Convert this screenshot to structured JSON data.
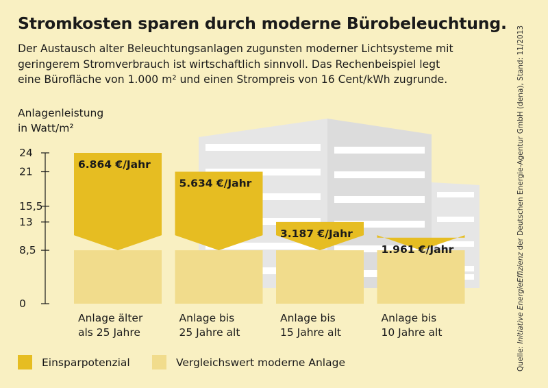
{
  "title": "Stromkosten sparen durch moderne Bürobeleuchtung.",
  "subtitle_lines": [
    "Der Austausch alter Beleuchtungsanlagen zugunsten moderner Lichtsysteme mit",
    "geringerem Stromverbrauch ist wirtschaftlich sinnvoll. Das Rechenbeispiel legt",
    "eine Bürofläche von 1.000 m² und einen Strompreis von 16 Cent/kWh zugrunde."
  ],
  "source": {
    "prefix": "Quelle: ",
    "italic": "Initiative EnergieEffizienz",
    "suffix": " der Deutschen Energie-Agentur GmbH (dena), Stand: 11/2013"
  },
  "colors": {
    "background": "#f9f0c2",
    "savings": "#e6bd22",
    "baseline": "#f1dc8c",
    "building": "#e6e6e6",
    "axis": "#1a1a1a"
  },
  "chart_data": {
    "type": "bar",
    "stacked": true,
    "ylabel_lines": [
      "Anlagenleistung",
      "in Watt/m²"
    ],
    "ylim": [
      0,
      24
    ],
    "yticks": [
      0,
      8.5,
      13,
      15.5,
      21,
      24
    ],
    "ytick_labels": [
      "0",
      "8,5",
      "13",
      "15,5",
      "21",
      "24"
    ],
    "categories": [
      [
        "Anlage älter",
        "als 25 Jahre"
      ],
      [
        "Anlage bis",
        "25 Jahre alt"
      ],
      [
        "Anlage bis",
        "15 Jahre alt"
      ],
      [
        "Anlage bis",
        "10 Jahre alt"
      ]
    ],
    "series": [
      {
        "name": "Vergleichswert moderne Anlage",
        "values": [
          8.5,
          8.5,
          8.5,
          8.5
        ]
      },
      {
        "name": "Einsparpotenzial",
        "values": [
          15.5,
          12.5,
          4.5,
          2.0
        ]
      }
    ],
    "data_labels": [
      "6.864 €/Jahr",
      "5.634 €/Jahr",
      "3.187 €/Jahr",
      "1.961 €/Jahr"
    ],
    "legend": [
      {
        "label": "Einsparpotenzial",
        "series": 1
      },
      {
        "label": "Vergleichswert moderne Anlage",
        "series": 0
      }
    ],
    "legend_position": "bottom",
    "grid": false
  }
}
